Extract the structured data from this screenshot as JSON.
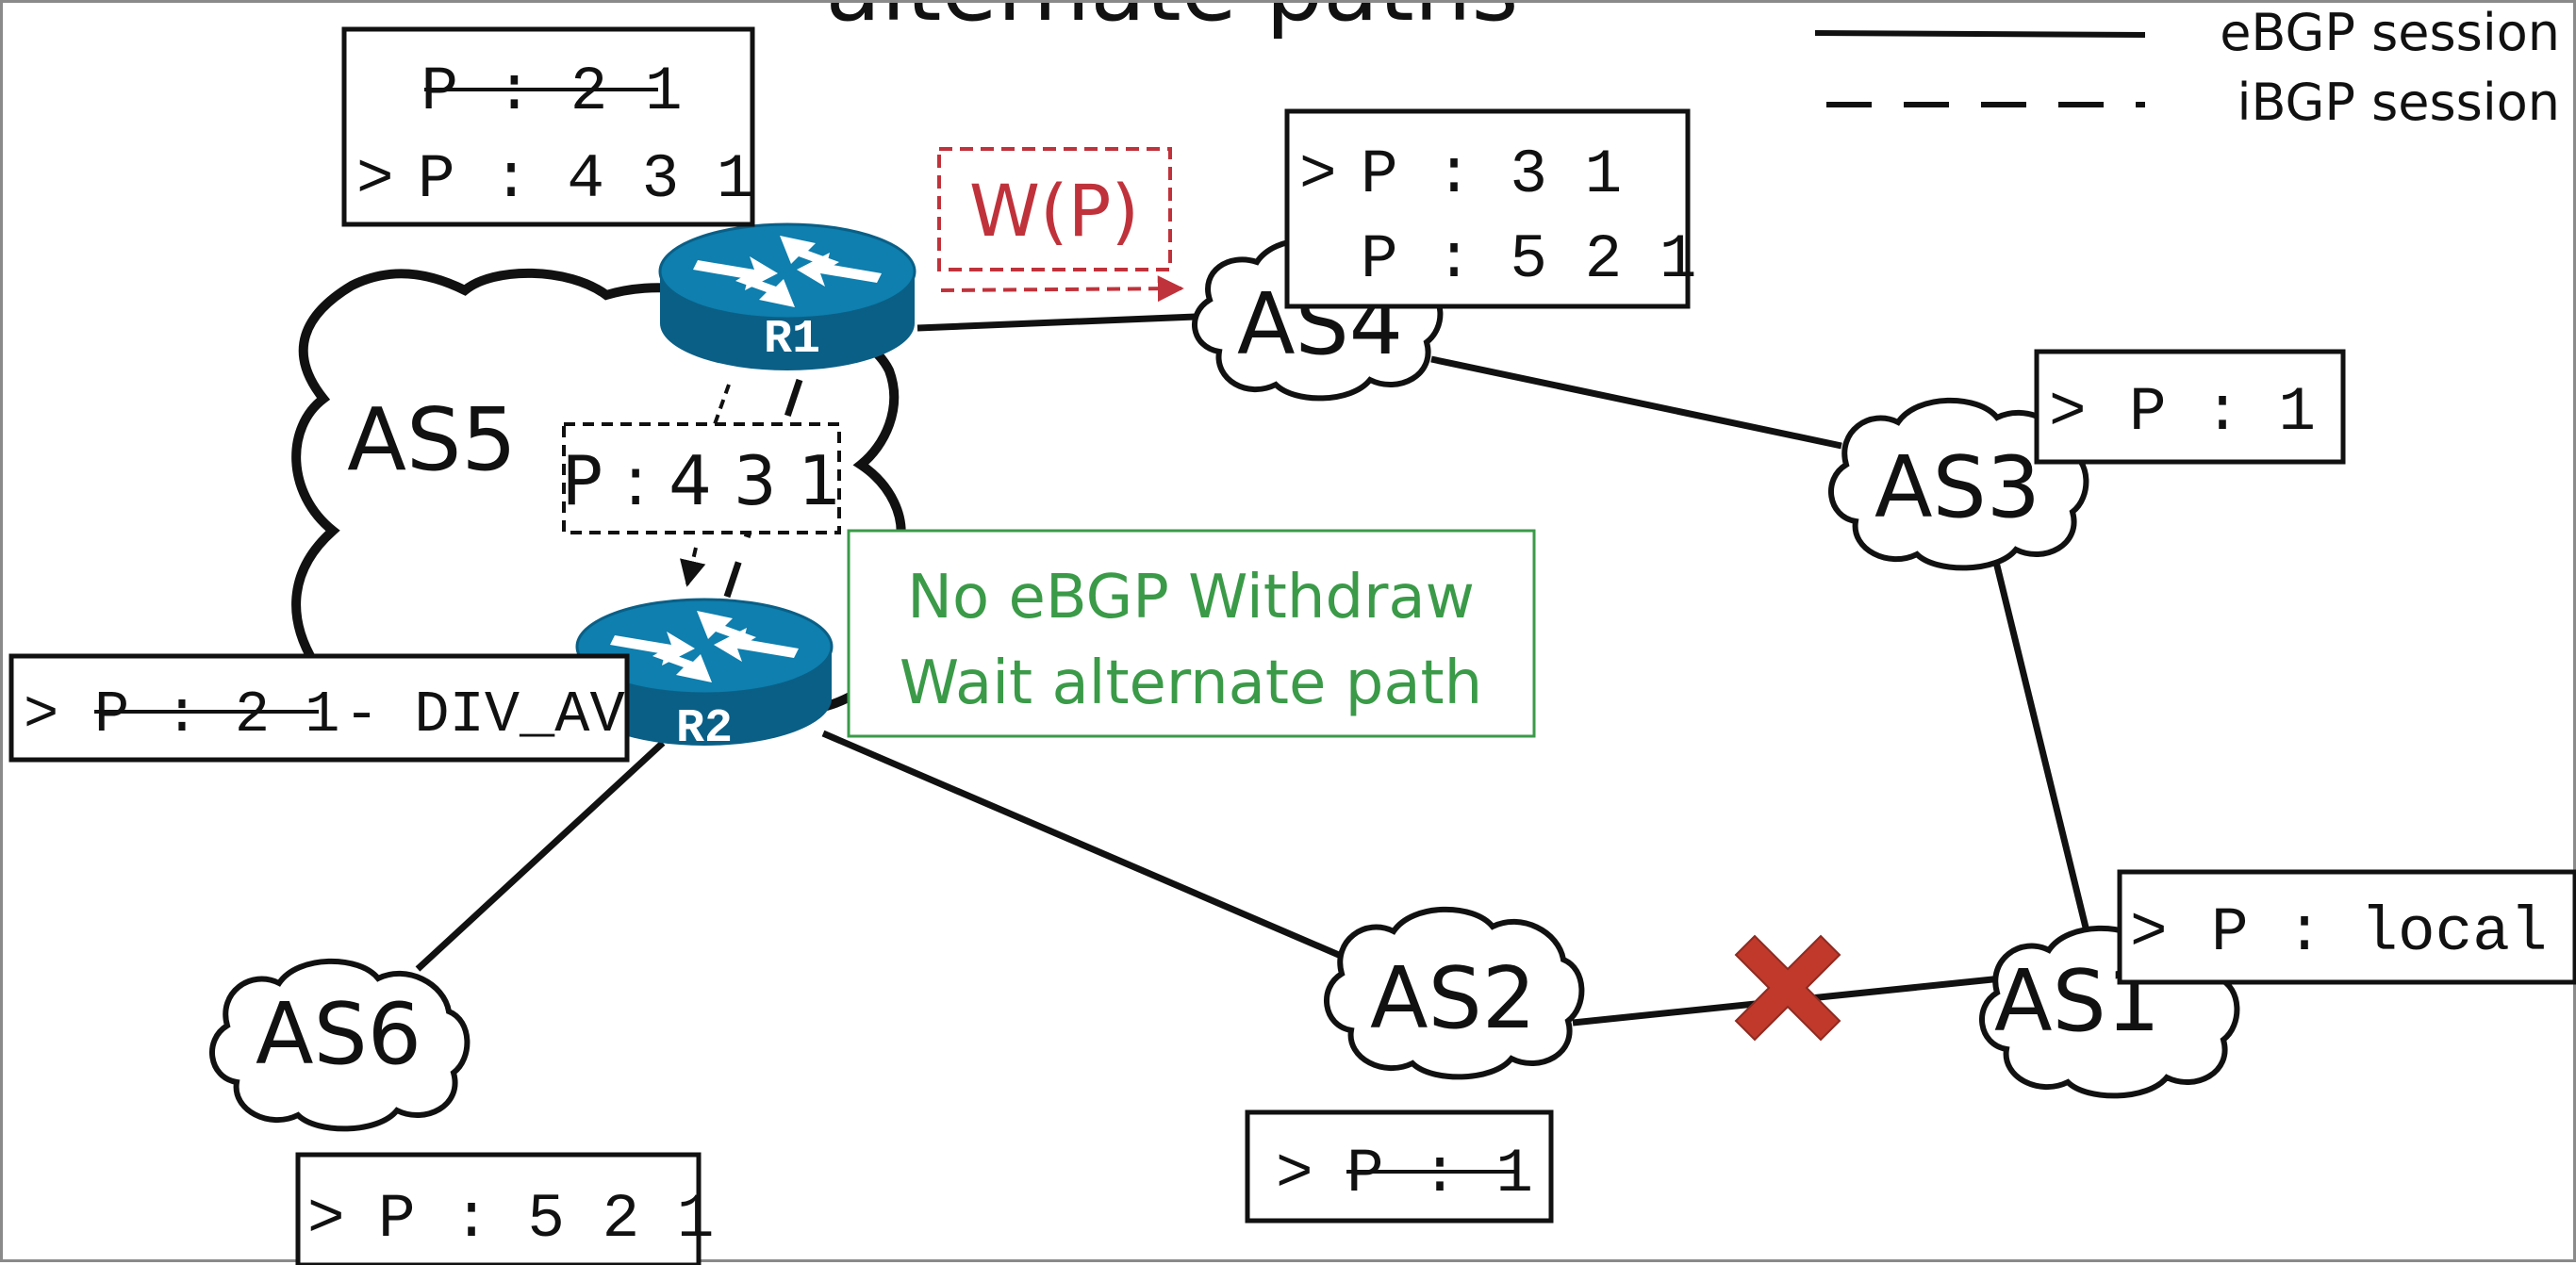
{
  "title": "alternate paths",
  "legend": {
    "ebgp": "eBGP session",
    "ibgp": "iBGP session"
  },
  "ases": {
    "as1": "AS1",
    "as2": "AS2",
    "as3": "AS3",
    "as4": "AS4",
    "as5": "AS5",
    "as6": "AS6"
  },
  "routers": {
    "r1": "R1",
    "r2": "R2"
  },
  "tables": {
    "r1": {
      "line1": "P : 2 1",
      "line2_marker": ">",
      "line2": "P : 4 3 1"
    },
    "as4": {
      "line1_marker": ">",
      "line1": "P : 3 1",
      "line2": "P : 5 2 1"
    },
    "as3": {
      "marker": ">",
      "line": "P : 1"
    },
    "as1": {
      "marker": ">",
      "line": "P : local"
    },
    "as2": {
      "marker": ">",
      "line": "P : 1"
    },
    "r2": {
      "marker": ">",
      "struck": "P : 2 1",
      "suffix": "- DIV_AV"
    },
    "as6": {
      "marker": ">",
      "line": "P : 5 2 1"
    }
  },
  "messages": {
    "withdraw": "W(P)",
    "ibgp_update": "P : 4 3 1",
    "note_line1": "No eBGP Withdraw",
    "note_line2": "Wait alternate path"
  },
  "colors": {
    "router_blue": "#0e7fae",
    "router_dark": "#0a5f86",
    "withdraw_red": "#c0323b",
    "note_green": "#3a9a48",
    "failure_x": "#c0392b"
  },
  "icons": [
    "router-icon",
    "cloud-icon",
    "failure-x-icon",
    "arrow-icon"
  ]
}
